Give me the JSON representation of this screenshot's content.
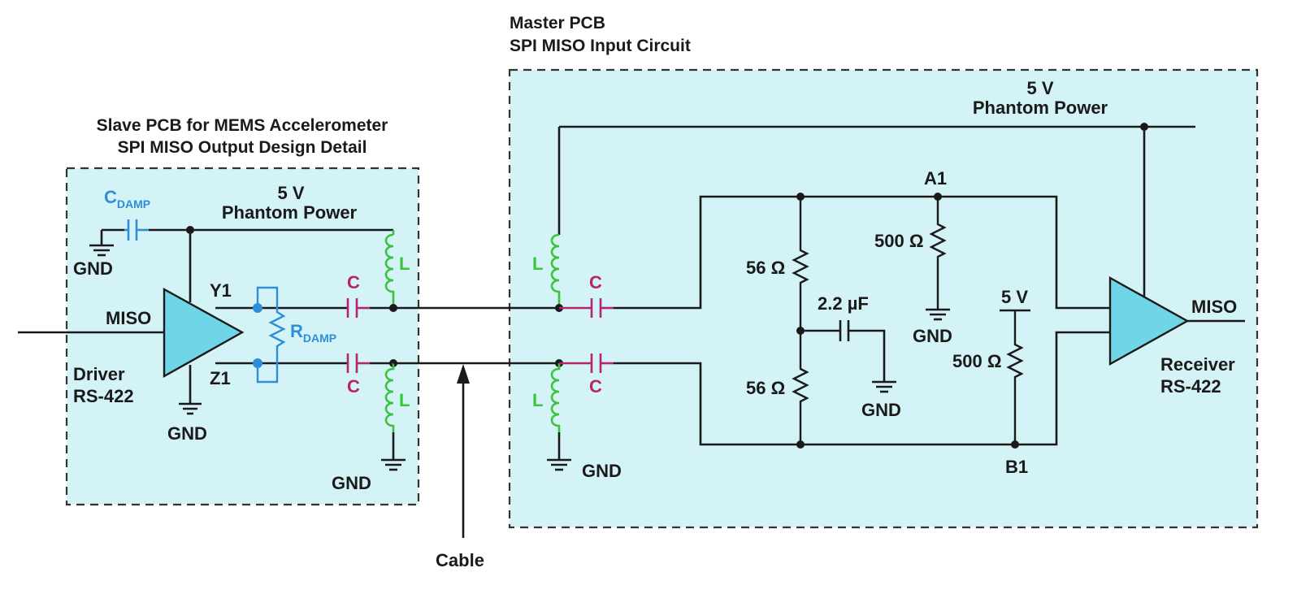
{
  "slave": {
    "title_line1": "Slave PCB for MEMS Accelerometer",
    "title_line2": "SPI MISO Output Design Detail",
    "cdamp_main": "C",
    "cdamp_sub": "DAMP",
    "power_line1": "5 V",
    "power_line2": "Phantom Power",
    "gnd_top": "GND",
    "gnd_driver": "GND",
    "gnd_inductor": "GND",
    "miso": "MISO",
    "driver_line1": "Driver",
    "driver_line2": "RS-422",
    "y1": "Y1",
    "z1": "Z1",
    "rdamp_main": "R",
    "rdamp_sub": "DAMP",
    "c_top": "C",
    "c_bottom": "C",
    "l_top": "L",
    "l_bottom": "L"
  },
  "cable": {
    "label": "Cable"
  },
  "master": {
    "title_line1": "Master PCB",
    "title_line2": "SPI MISO Input Circuit",
    "power_line1": "5 V",
    "power_line2": "Phantom Power",
    "l_top": "L",
    "l_bottom": "L",
    "c_top": "C",
    "c_bottom": "C",
    "gnd_inductor": "GND",
    "r56_top": "56 Ω",
    "r56_bottom": "56 Ω",
    "cap_2u2": "2.2 µF",
    "gnd_cap": "GND",
    "r500_top": "500 Ω",
    "gnd_r500": "GND",
    "a1": "A1",
    "b1": "B1",
    "v5": "5 V",
    "r500_bottom": "500 Ω",
    "miso": "MISO",
    "receiver_line1": "Receiver",
    "receiver_line2": "RS-422"
  },
  "colors": {
    "box_fill": "#d4f3f7",
    "amp_fill": "#6ed6e6",
    "inductor": "#39c43b",
    "capacitor": "#b5246e",
    "damping": "#2e8fd8"
  }
}
